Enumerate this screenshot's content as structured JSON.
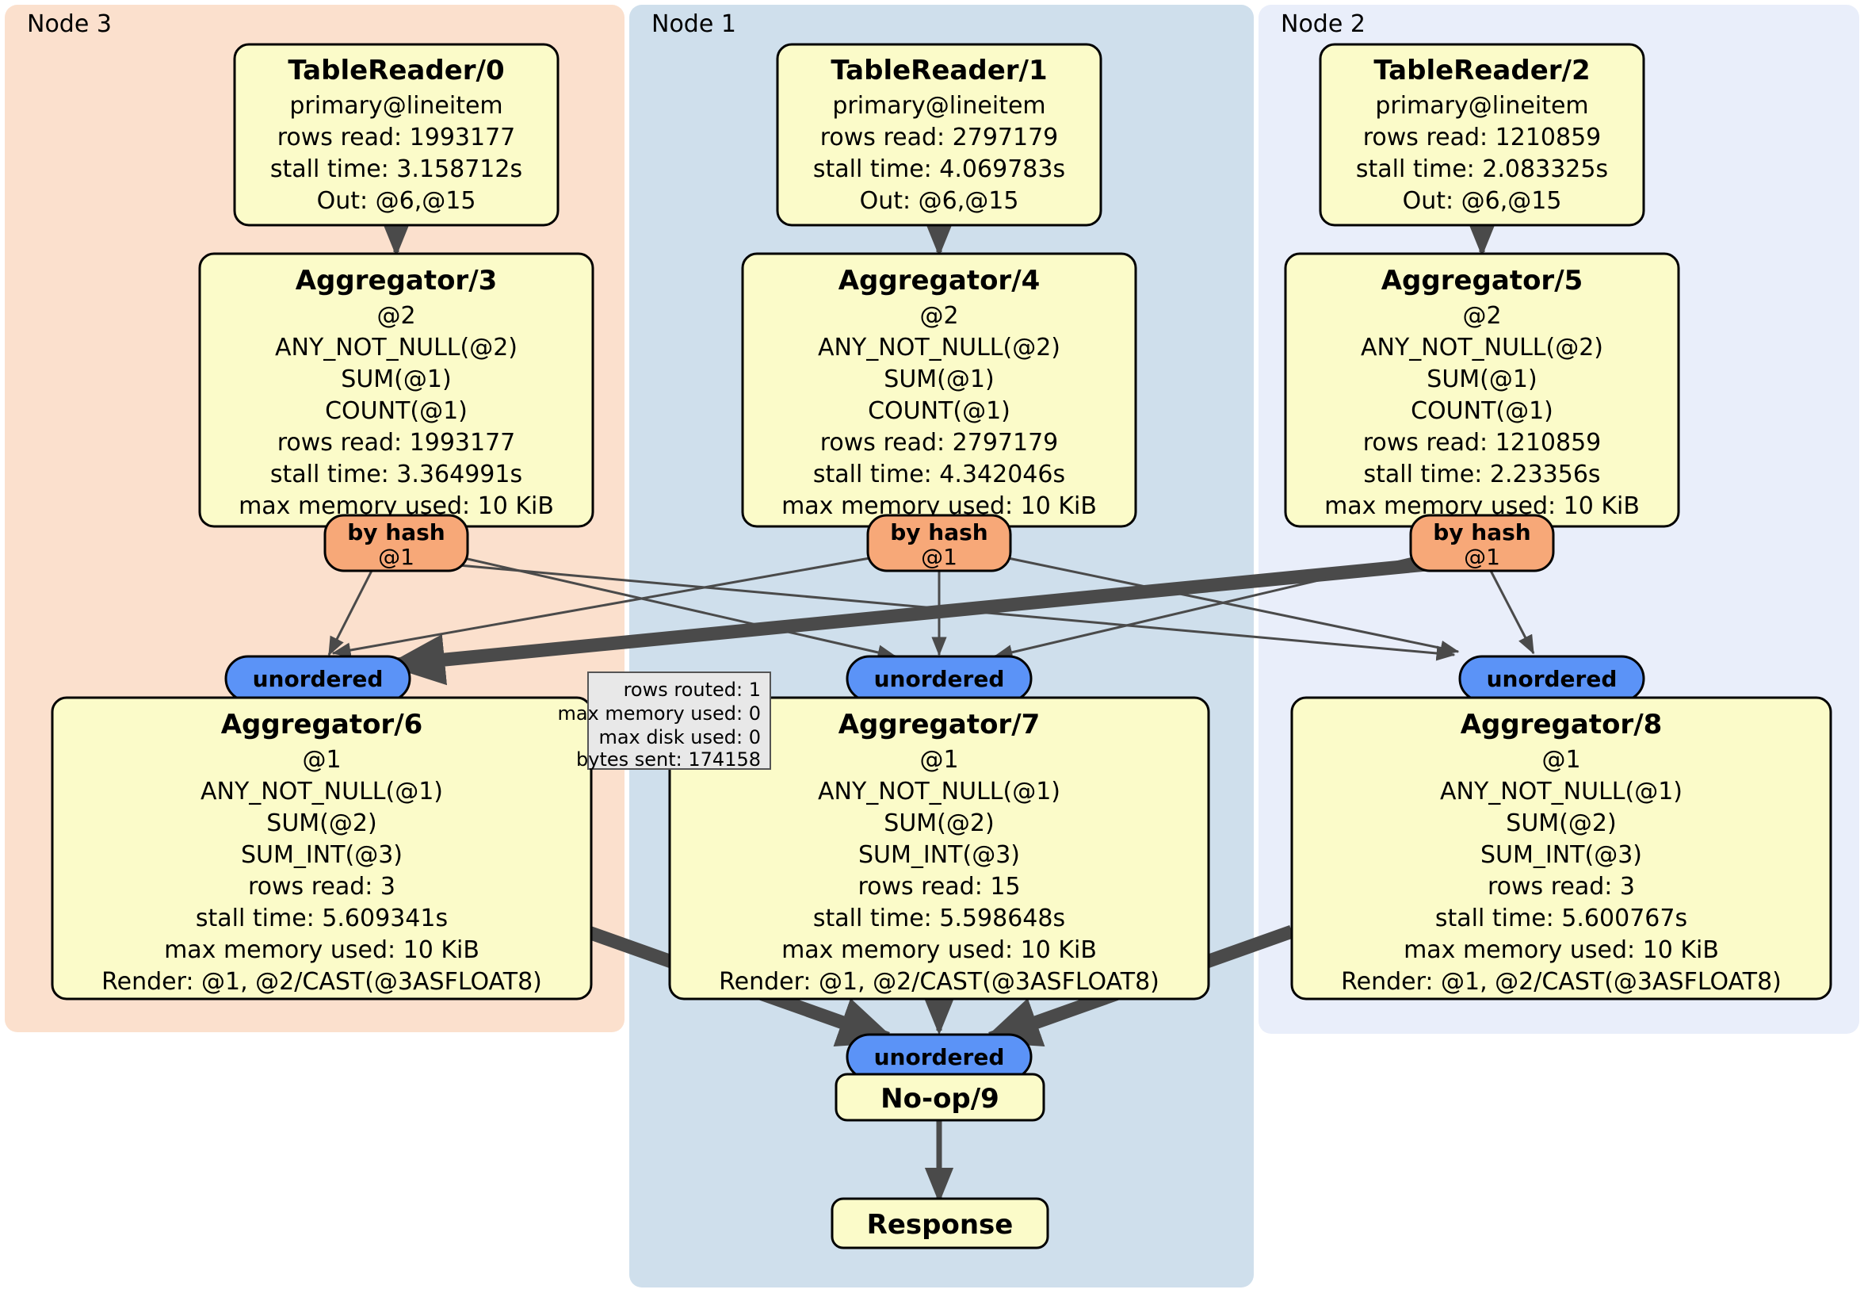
{
  "diagram": {
    "type": "distributed-query-execution-plan",
    "colors": {
      "cluster_node3_bg": "#fbe0cd",
      "cluster_node1_bg": "#cfdfec",
      "cluster_node2_bg": "#e9eefa",
      "processor_box_bg": "#fbfbc9",
      "router_pill_bg": "#f7a878",
      "sync_pill_bg": "#5b93f7",
      "stats_box_bg": "#e8e8e8",
      "edge_color": "#4a4a4a",
      "border_color": "#000000"
    },
    "clusters": [
      {
        "id": "node3",
        "label": "Node 3"
      },
      {
        "id": "node1",
        "label": "Node 1"
      },
      {
        "id": "node2",
        "label": "Node 2"
      }
    ],
    "processors": [
      {
        "id": "tr0",
        "cluster": "node3",
        "title": "TableReader/0",
        "lines": [
          "primary@lineitem",
          "rows read: 1993177",
          "stall time: 3.158712s",
          "Out: @6,@15"
        ]
      },
      {
        "id": "tr1",
        "cluster": "node1",
        "title": "TableReader/1",
        "lines": [
          "primary@lineitem",
          "rows read: 2797179",
          "stall time: 4.069783s",
          "Out: @6,@15"
        ]
      },
      {
        "id": "tr2",
        "cluster": "node2",
        "title": "TableReader/2",
        "lines": [
          "primary@lineitem",
          "rows read: 1210859",
          "stall time: 2.083325s",
          "Out: @6,@15"
        ]
      },
      {
        "id": "agg3",
        "cluster": "node3",
        "title": "Aggregator/3",
        "lines": [
          "@2",
          "ANY_NOT_NULL(@2)",
          "SUM(@1)",
          "COUNT(@1)",
          "rows read: 1993177",
          "stall time: 3.364991s",
          "max memory used: 10 KiB"
        ]
      },
      {
        "id": "agg4",
        "cluster": "node1",
        "title": "Aggregator/4",
        "lines": [
          "@2",
          "ANY_NOT_NULL(@2)",
          "SUM(@1)",
          "COUNT(@1)",
          "rows read: 2797179",
          "stall time: 4.342046s",
          "max memory used: 10 KiB"
        ]
      },
      {
        "id": "agg5",
        "cluster": "node2",
        "title": "Aggregator/5",
        "lines": [
          "@2",
          "ANY_NOT_NULL(@2)",
          "SUM(@1)",
          "COUNT(@1)",
          "rows read: 1210859",
          "stall time: 2.23356s",
          "max memory used: 10 KiB"
        ]
      },
      {
        "id": "agg6",
        "cluster": "node3",
        "title": "Aggregator/6",
        "lines": [
          "@1",
          "ANY_NOT_NULL(@1)",
          "SUM(@2)",
          "SUM_INT(@3)",
          "rows read: 3",
          "stall time: 5.609341s",
          "max memory used: 10 KiB",
          "Render: @1, @2/CAST(@3ASFLOAT8)"
        ]
      },
      {
        "id": "agg7",
        "cluster": "node1",
        "title": "Aggregator/7",
        "lines": [
          "@1",
          "ANY_NOT_NULL(@1)",
          "SUM(@2)",
          "SUM_INT(@3)",
          "rows read: 15",
          "stall time: 5.598648s",
          "max memory used: 10 KiB",
          "Render: @1, @2/CAST(@3ASFLOAT8)"
        ]
      },
      {
        "id": "agg8",
        "cluster": "node2",
        "title": "Aggregator/8",
        "lines": [
          "@1",
          "ANY_NOT_NULL(@1)",
          "SUM(@2)",
          "SUM_INT(@3)",
          "rows read: 3",
          "stall time: 5.600767s",
          "max memory used: 10 KiB",
          "Render: @1, @2/CAST(@3ASFLOAT8)"
        ]
      },
      {
        "id": "noop9",
        "cluster": "node1",
        "title": "No-op/9",
        "lines": []
      },
      {
        "id": "response",
        "cluster": "node1",
        "title": "Response",
        "lines": []
      }
    ],
    "routers": [
      {
        "id": "hash3",
        "cluster": "node3",
        "label": "by hash",
        "sub": "@1"
      },
      {
        "id": "hash4",
        "cluster": "node1",
        "label": "by hash",
        "sub": "@1"
      },
      {
        "id": "hash5",
        "cluster": "node2",
        "label": "by hash",
        "sub": "@1"
      }
    ],
    "synchronizers": [
      {
        "id": "sync6",
        "cluster": "node3",
        "label": "unordered"
      },
      {
        "id": "sync7",
        "cluster": "node1",
        "label": "unordered"
      },
      {
        "id": "sync8",
        "cluster": "node2",
        "label": "unordered"
      },
      {
        "id": "sync9",
        "cluster": "node1",
        "label": "unordered"
      }
    ],
    "stats_box": {
      "id": "stream-stats",
      "lines": [
        "rows routed: 1",
        "max memory used: 0",
        "max disk used: 0",
        "bytes sent: 174158"
      ]
    }
  }
}
